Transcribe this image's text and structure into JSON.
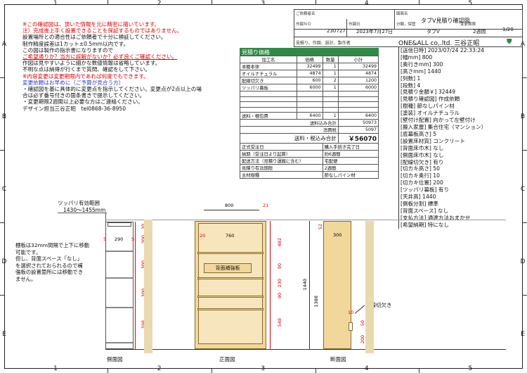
{
  "grid": {
    "columns": [
      "1",
      "2",
      "3",
      "4",
      "5"
    ],
    "rows": [
      "A",
      "B",
      "C",
      "D",
      "E"
    ]
  },
  "notes": {
    "lines": [
      {
        "text": "※この確認図は、頂いた情報を元に精密に描いています。",
        "style": "red"
      },
      {
        "text": "注）完成後上手く設置できることを保証するものではありません。",
        "style": "red"
      },
      {
        "text": "設置場所との適合性はご依頼者で十分に検証してください。",
        "style": ""
      },
      {
        "text": "制作精度誤差は1カット±0.5mm以内です。",
        "style": ""
      },
      {
        "text": "この図は製作の指示書になりますので",
        "style": ""
      },
      {
        "text": "ご希望通りか？当方に誤解がないか？必ず良くご確認ください。",
        "style": "redu"
      },
      {
        "text": "作図は見やすいように細かな数値情報は省略しています。",
        "style": ""
      },
      {
        "text": "不明な点は納得が行くまで質問、確認をして下さい。",
        "style": ""
      },
      {
        "text": "※内容変更は変更期限内であれば何度でもできます。",
        "style": "red"
      },
      {
        "text": "変更依頼はお早めに（ご予算が見合う方）",
        "style": "blue"
      },
      {
        "text": "・確認図を基に具体的に変更点を指示してください。変更点が2点以上の場",
        "style": ""
      },
      {
        "text": "合は必ず番号付きの箇条書きで提示してください。",
        "style": ""
      },
      {
        "text": "・変更期限2週間以上必要な方はご連絡ください。",
        "style": ""
      },
      {
        "text": "デザイン担当三谷正昭　tel0868-36-8950",
        "style": ""
      }
    ]
  },
  "title_block": {
    "client_label": "ご依頼者名",
    "drawing_name_label": "図面名",
    "drawing_name": "タブV見積り確認図",
    "work_no_label": "作図ＮＯ",
    "work_no": "230727",
    "date_label": "作図日",
    "date": "2023年7月27日",
    "category_label": "分類，保管",
    "category": "タブV",
    "deadline_label": "変更期限",
    "deadline": "2週間",
    "scale": "1/20",
    "footer": "見積り、作図、設計、製作者",
    "company": "ONE&ALL co,.ltd. 三谷正昭"
  },
  "estimate": {
    "heading": "見積り価格",
    "columns": [
      "加工名",
      "価格",
      "数量",
      "小計"
    ],
    "rows": [
      [
        "本棚本体",
        "32499",
        "1",
        "32499"
      ],
      [
        "オイルナチュラル",
        "4874",
        "1",
        "4874"
      ],
      [
        "配線切欠き",
        "600",
        "2",
        "1200"
      ],
      [
        "ツッパリ幕板",
        "6000",
        "1",
        "6000"
      ],
      [
        "",
        "",
        "",
        ""
      ],
      [
        "",
        "",
        "",
        ""
      ],
      [
        "",
        "",
        "",
        ""
      ],
      [
        "",
        "",
        "",
        ""
      ],
      [
        "送料・梱包費",
        "6400",
        "1",
        "6400"
      ]
    ],
    "subtotal_label": "送料込み合計",
    "subtotal": "50973",
    "tax_label": "消費税",
    "tax": "5097",
    "total_label": "送料・税込み合計",
    "total": "￥56070",
    "extras": [
      [
        "正式受注日",
        "購入手続き完了日"
      ],
      [
        "納期（受注日より起算）",
        "約6週間"
      ],
      [
        "配送方法（見積り運搬に含む）",
        "宅配便"
      ],
      [
        "見積り有効期限",
        "2週間"
      ],
      [
        "主材樹種",
        "節なしパイン材"
      ]
    ]
  },
  "specs": [
    "[送信日時] 2023/07/24 22:33:24",
    "[幅mm] 800",
    "[奥行きmm] 300",
    "[高さmm] 1440",
    "[列数] 1",
    "[段数] 4",
    "[見積り金額￥] 32449",
    "[見積り確認図] 作成依頼",
    "[樹種] 節なしパイン材",
    "[塗装] オイルナチュラル",
    "[壁付け配置] 向かって左壁付け",
    "[搬入家屋] 集合住宅（マンション）",
    "[底幕板高さ] 5",
    "[設置床材質] コンクリート",
    "[背面床巾木] なし",
    "[側面床巾木] なし",
    "[配線切欠き] 有り",
    "[切カキ高さ] 50",
    "[切カキ奥行] 10",
    "[切カキ位置] 200",
    "[ツッパリ幕板] 有り",
    "[天井高] 1440",
    "[側板分割] 標準",
    "[背面スペース] なし",
    "[支払方法] 通達方法おまかせ",
    "[希望納期] 特になし"
  ],
  "drawing": {
    "tsuppari_label": "ツッパリ有効範囲",
    "tsuppari_range": "1430～1455mm",
    "shelf_note": [
      "棚板は32mm間隔で上下に移動",
      "可能です。",
      "但し、背面スペース「なし」",
      "を選択されておられるので補",
      "強板の設置箇所には移動でき",
      "ません。"
    ],
    "side_label": "側面図",
    "front_label": "正面図",
    "section_label": "断面図",
    "reinforce_label": "背面補強板",
    "cutout_label": "配線切欠き",
    "dim_width": "800",
    "dim_depth": "290",
    "dim_depth_section": "300",
    "dim_inner": "760",
    "dim_side_thk": "20",
    "dim_top": "21",
    "dim_total_height": "1440",
    "dim_inner_height": "1388",
    "dim_top_gap": "52",
    "dim_cut_depth": "10",
    "dim_cut_height": "50",
    "dim_cut_pos": "200",
    "side_gaps": [
      "20",
      "300",
      "300",
      "300",
      "398"
    ],
    "front_gaps": [
      "482",
      "90",
      "230",
      "90",
      "548"
    ],
    "small_dims": [
      "5",
      "5"
    ]
  }
}
